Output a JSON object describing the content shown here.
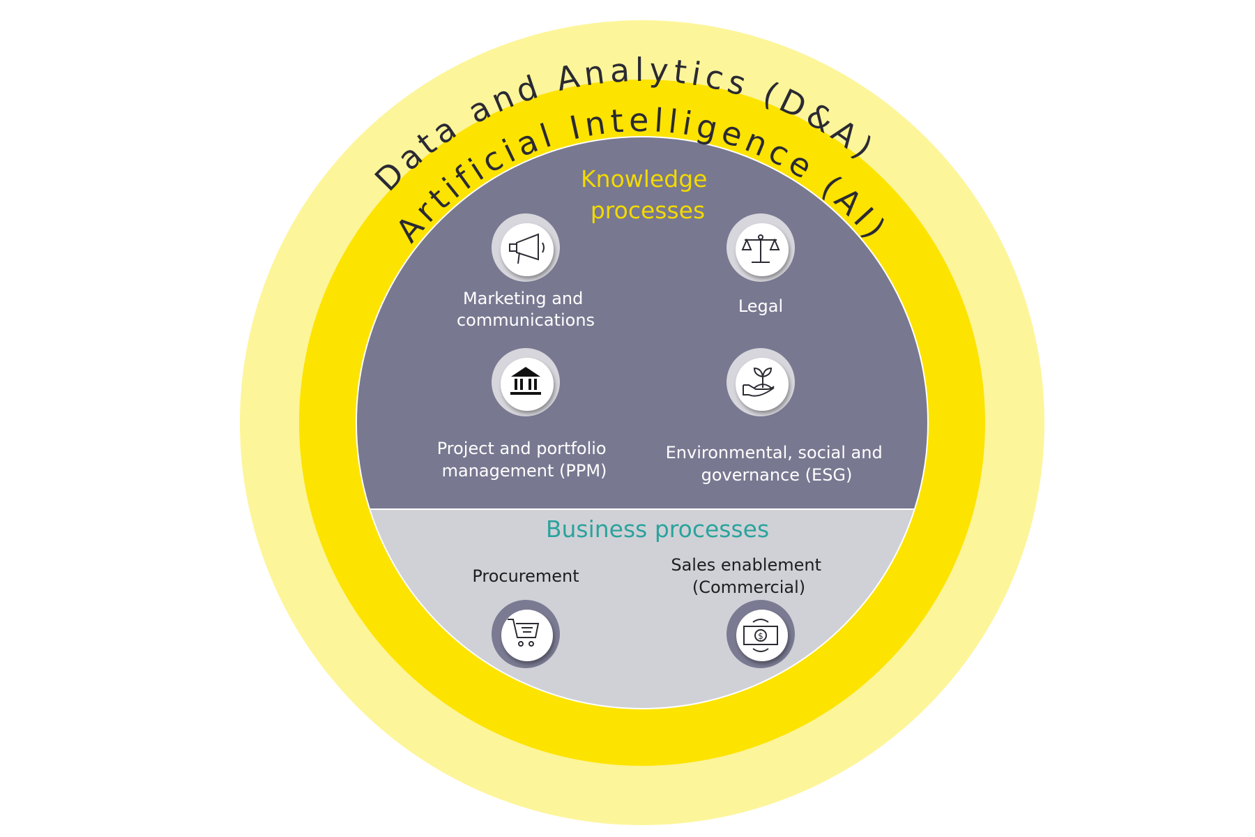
{
  "outer_ring": {
    "label": "Data and Analytics (D&A)"
  },
  "inner_ring": {
    "label": "Artificial Intelligence (AI)"
  },
  "knowledge": {
    "title_line1": "Knowledge",
    "title_line2": "processes",
    "items": [
      {
        "icon": "megaphone-icon",
        "line1": "Marketing and",
        "line2": "communications"
      },
      {
        "icon": "scales-icon",
        "line1": "Legal"
      },
      {
        "icon": "bank-building-icon",
        "line1": "Project and portfolio",
        "line2": "management (PPM)"
      },
      {
        "icon": "plant-in-hand-icon",
        "line1": "Environmental, social and",
        "line2": "governance (ESG)"
      }
    ]
  },
  "business": {
    "title": "Business processes",
    "items": [
      {
        "icon": "shopping-cart-icon",
        "line1": "Procurement"
      },
      {
        "icon": "money-exchange-icon",
        "line1": "Sales enablement",
        "line2": "(Commercial)"
      }
    ]
  },
  "colors": {
    "outer": "#fdf59a",
    "ring": "#fde300",
    "knowledge_bg": "#787891",
    "business_bg": "#d0d1d7",
    "knowledge_title": "#f3da00",
    "business_title": "#2aa39c"
  }
}
